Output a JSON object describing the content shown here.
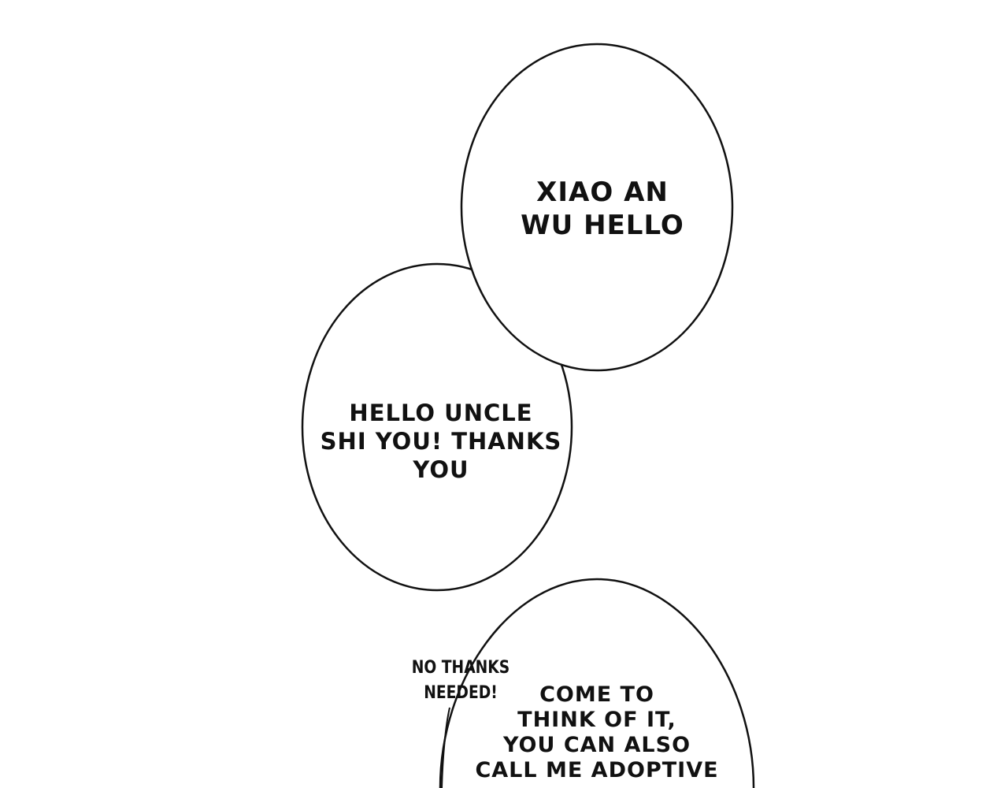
{
  "panel": {
    "background": "#ffffff",
    "ink": "#111111"
  },
  "bubbles": {
    "top": {
      "lines": [
        "XIAO AN",
        "WU HELLO"
      ]
    },
    "middle": {
      "lines": [
        "HELLO UNCLE",
        "SHI YOU! THANKS",
        "YOU"
      ]
    },
    "small": {
      "lines": [
        "NO THANKS",
        "NEEDED!"
      ]
    },
    "bottom": {
      "lines": [
        "COME TO",
        "THINK OF IT,",
        "YOU CAN ALSO",
        "CALL ME ADOPTIVE"
      ]
    }
  }
}
